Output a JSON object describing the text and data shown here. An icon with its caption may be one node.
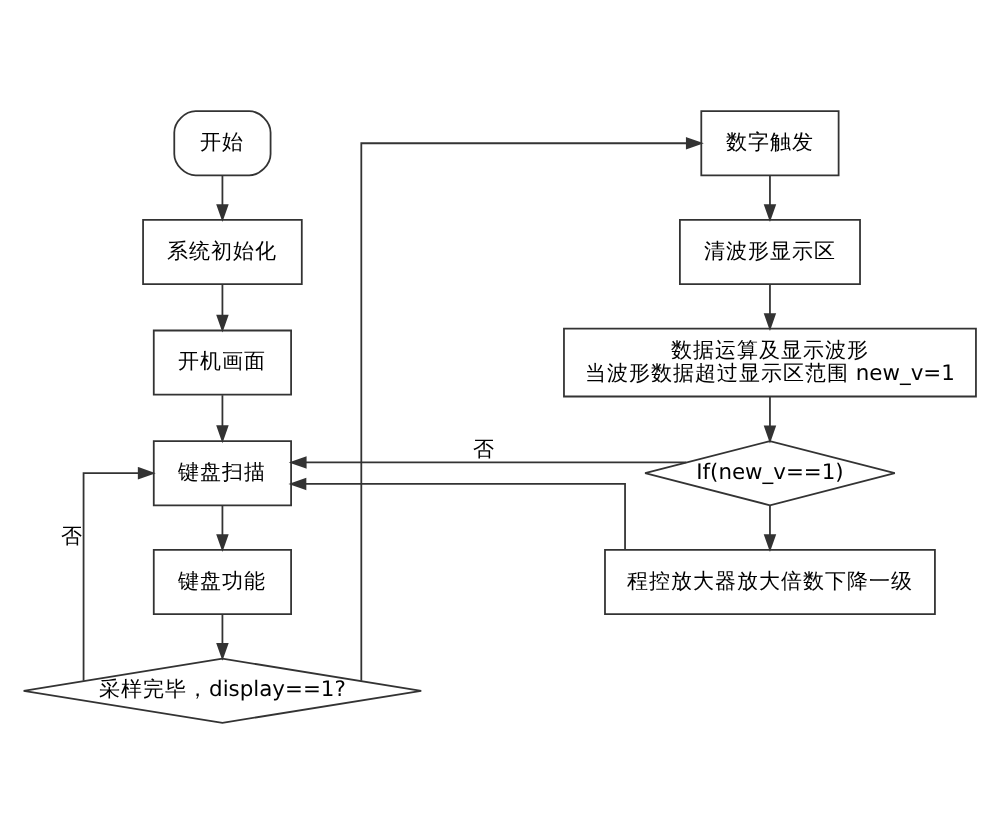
{
  "diagram": {
    "nodes": [
      {
        "text": [
          "开始"
        ]
      },
      {
        "text": [
          "系统初始化"
        ]
      },
      {
        "text": [
          "开机画面"
        ]
      },
      {
        "text": [
          "键盘扫描"
        ]
      },
      {
        "text": [
          "键盘功能"
        ]
      },
      {
        "text": [
          "采样完毕，display==1?"
        ]
      },
      {
        "text": [
          "数字触发"
        ]
      },
      {
        "text": [
          "清波形显示区"
        ]
      },
      {
        "text": [
          "数据运算及显示波形",
          "当波形数据超过显示区范围 new_v=1"
        ]
      },
      {
        "text": [
          "If(new_v==1)"
        ]
      },
      {
        "text": [
          "程控放大器放大倍数下降一级"
        ]
      }
    ],
    "edges": [
      {
        "from": 0,
        "to": 1,
        "arrow": "to"
      },
      {
        "from": 1,
        "to": 2,
        "arrow": "to"
      },
      {
        "from": 2,
        "to": 3,
        "arrow": "to"
      },
      {
        "from": 3,
        "to": 4,
        "arrow": "to"
      },
      {
        "from": 4,
        "to": 5,
        "arrow": "to"
      },
      {
        "from": 5,
        "to": 3,
        "arrow": "to",
        "label": "否"
      },
      {
        "from": 5,
        "to": 6,
        "arrow": "to"
      },
      {
        "from": 6,
        "to": 7,
        "arrow": "to"
      },
      {
        "from": 7,
        "to": 8,
        "arrow": "to"
      },
      {
        "from": 8,
        "to": 9,
        "arrow": "to"
      },
      {
        "from": 9,
        "to": 3,
        "arrow": "to",
        "label": "否"
      },
      {
        "from": 9,
        "to": 10,
        "arrow": "to"
      },
      {
        "from": 10,
        "to": 3,
        "arrow": "to"
      }
    ]
  }
}
